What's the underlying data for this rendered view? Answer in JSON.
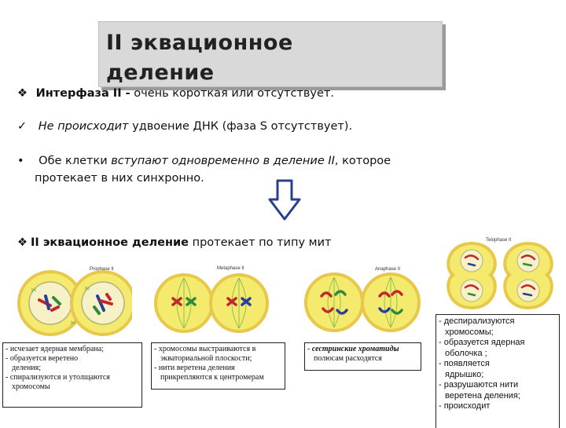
{
  "title": [
    "II  эквационное",
    "деление"
  ],
  "line1": {
    "bold": "Интерфаза II -",
    "rest": " очень короткая или отсутствует."
  },
  "line2": {
    "italic": "Не происходит",
    "rest": " удвоение ДНК (фаза S отсутствует)."
  },
  "line3": {
    "part1": "Обе клетки ",
    "italic": "вступают одновременно в деление II",
    "part2": ", которое",
    "cont": "протекает в них синхронно."
  },
  "line4": {
    "bold": "II  эквационное  деление",
    "rest": " протекает по типу мит"
  },
  "phase_labels": [
    "Prophase II",
    "Metaphase II",
    "Anaphase II",
    "Telophase II"
  ],
  "captions": {
    "prophase": [
      "- исчезает ядерная мембрана;",
      "- образуется веретено",
      "деления;",
      "- спирализуются и утолщаются",
      "хромосомы"
    ],
    "metaphase": [
      "- хромосомы выстраиваются в",
      "экваториальной плоскости;",
      "- нити веретена деления",
      "прикрепляются к центромерам"
    ],
    "anaphase": {
      "dash": "- ",
      "italic": "сестринские хроматиды",
      "line2": "полюсам расходятся"
    },
    "telophase": [
      "- деспирализуются",
      "хромосомы;",
      "- образуется ядерная",
      "оболочка ;",
      "- появляется",
      "ядрышко;",
      "- разрушаются нити",
      "веретена деления;",
      "- происходит"
    ]
  },
  "colors": {
    "cell_fill": "#f3ea6e",
    "cell_ring": "#e8c84a",
    "nucleus": "#f7f1c8",
    "chrom_red": "#c0282b",
    "chrom_blue": "#2a3f9b",
    "chrom_green": "#2f8a3a",
    "spindle": "#79b84a",
    "arrow": "#2b3f8f"
  }
}
